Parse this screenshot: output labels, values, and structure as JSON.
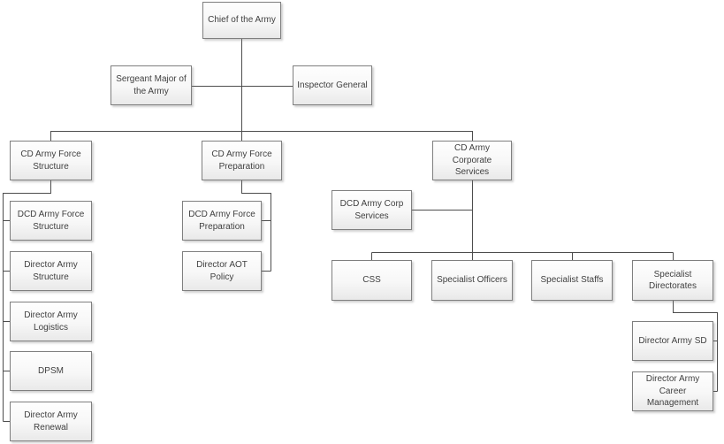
{
  "diagram": {
    "type": "org_chart",
    "background": "#ffffff",
    "colors": {
      "box_border": "#7f7f7f",
      "box_fill_top": "#fefefe",
      "box_fill_bottom": "#e9e9e9",
      "connector": "#4d4d4d",
      "text": "#3f3f3f"
    },
    "nodes": {
      "chief": {
        "label": "Chief of the Army"
      },
      "sergeant_major": {
        "label": "Sergeant Major of the Army"
      },
      "inspector_general": {
        "label": "Inspector General"
      },
      "cd_force_structure": {
        "label": "CD Army Force Structure"
      },
      "cd_force_preparation": {
        "label": "CD Army Force Preparation"
      },
      "cd_corporate_services": {
        "label": "CD Army Corporate Services"
      },
      "dcd_force_structure": {
        "label": "DCD Army Force Structure"
      },
      "dir_army_structure": {
        "label": "Director Army Structure"
      },
      "dir_army_logistics": {
        "label": "Director Army Logistics"
      },
      "dpsm": {
        "label": "DPSM"
      },
      "dir_army_renewal": {
        "label": "Director Army Renewal"
      },
      "dcd_force_preparation": {
        "label": "DCD Army Force Preparation"
      },
      "dir_aot_policy": {
        "label": "Director AOT Policy"
      },
      "dcd_corp_services": {
        "label": "DCD Army Corp Services"
      },
      "css": {
        "label": "CSS"
      },
      "specialist_officers": {
        "label": "Specialist Officers"
      },
      "specialist_staffs": {
        "label": "Specialist Staffs"
      },
      "specialist_directorates": {
        "label": "Specialist Directorates"
      },
      "dir_army_sd": {
        "label": "Director Army SD"
      },
      "dir_army_career_mgmt": {
        "label": "Director Army Career Management"
      }
    },
    "hierarchy": {
      "root": "chief",
      "assistants": {
        "chief": [
          "sergeant_major",
          "inspector_general"
        ],
        "cd_corporate_services": [
          "dcd_corp_services"
        ]
      },
      "children": {
        "chief": [
          "cd_force_structure",
          "cd_force_preparation",
          "cd_corporate_services"
        ],
        "cd_force_structure": [
          "dcd_force_structure",
          "dir_army_structure",
          "dir_army_logistics",
          "dpsm",
          "dir_army_renewal"
        ],
        "cd_force_preparation": [
          "dcd_force_preparation",
          "dir_aot_policy"
        ],
        "cd_corporate_services": [
          "css",
          "specialist_officers",
          "specialist_staffs",
          "specialist_directorates"
        ],
        "specialist_directorates": [
          "dir_army_sd",
          "dir_army_career_mgmt"
        ]
      }
    }
  }
}
